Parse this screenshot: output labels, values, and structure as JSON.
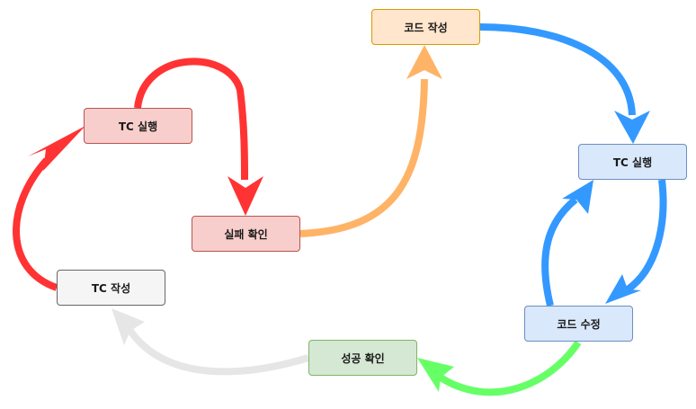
{
  "nodes": {
    "tc_run_left": {
      "label": "TC 실행",
      "fill": "#f8cecc",
      "stroke": "#b85450"
    },
    "fail_check": {
      "label": "실패 확인",
      "fill": "#f8cecc",
      "stroke": "#b85450"
    },
    "code_write": {
      "label": "코드 작성",
      "fill": "#ffe6cc",
      "stroke": "#d79b00"
    },
    "tc_run_right": {
      "label": "TC 실행",
      "fill": "#dae8fc",
      "stroke": "#6c8ebf"
    },
    "code_fix": {
      "label": "코드 수정",
      "fill": "#dae8fc",
      "stroke": "#6c8ebf"
    },
    "success_check": {
      "label": "성공 확인",
      "fill": "#d5e8d4",
      "stroke": "#82b366"
    },
    "tc_write": {
      "label": "TC 작성",
      "fill": "#f5f5f5",
      "stroke": "#666666"
    }
  },
  "arrows": [
    {
      "name": "arrow-tc-write-to-tc-run",
      "from": "tc_write",
      "to": "tc_run_left",
      "color": "#ff3333"
    },
    {
      "name": "arrow-tc-run-to-fail-check",
      "from": "tc_run_left",
      "to": "fail_check",
      "color": "#ff3333"
    },
    {
      "name": "arrow-fail-check-to-code-write",
      "from": "fail_check",
      "to": "code_write",
      "color": "#ffb366"
    },
    {
      "name": "arrow-code-write-to-tc-run",
      "from": "code_write",
      "to": "tc_run_right",
      "color": "#3399ff"
    },
    {
      "name": "arrow-tc-run-to-code-fix",
      "from": "tc_run_right",
      "to": "code_fix",
      "color": "#3399ff"
    },
    {
      "name": "arrow-code-fix-to-tc-run",
      "from": "code_fix",
      "to": "tc_run_right",
      "color": "#3399ff"
    },
    {
      "name": "arrow-code-fix-to-success-check",
      "from": "code_fix",
      "to": "success_check",
      "color": "#66ff66"
    },
    {
      "name": "arrow-success-check-to-tc-write",
      "from": "success_check",
      "to": "tc_write",
      "color": "#e6e6e6"
    }
  ]
}
